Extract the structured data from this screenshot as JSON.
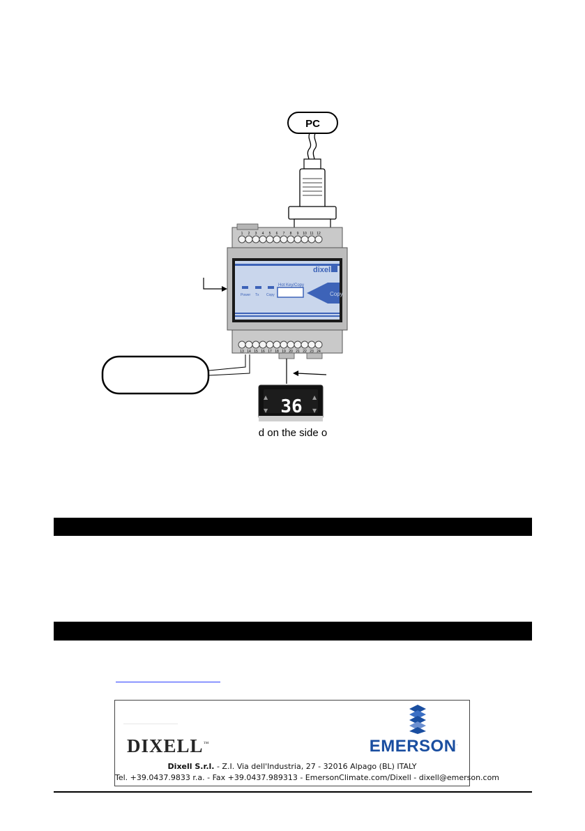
{
  "diagram": {
    "pc_label": "PC",
    "module_brand": "dixell",
    "hotkey_label": "Hot Key/Copy",
    "copy_label": "Copy",
    "led_labels": [
      "Power",
      "Tx",
      "Copy"
    ],
    "top_terminals": [
      "1",
      "2",
      "3",
      "4",
      "5",
      "6",
      "7",
      "8",
      "9",
      "10",
      "11",
      "12"
    ],
    "bottom_terminals": [
      "13",
      "14",
      "15",
      "16",
      "17",
      "18",
      "19",
      "20",
      "21",
      "22",
      "23",
      "24"
    ],
    "controller_display": "36",
    "caption": "d on the side o"
  },
  "footer": {
    "dixell_logo": "DIXELL",
    "emerson_logo": "EMERSON",
    "tm": "™",
    "company_name": "Dixell S.r.l.",
    "address": " - Z.I. Via dell'Industria, 27 - 32016 Alpago (BL) ITALY",
    "contacts": "Tel. +39.0437.9833 r.a. - Fax +39.0437.989313 - EmersonClimate.com/Dixell - dixell@emerson.com"
  },
  "colors": {
    "module_body": "#cfcfcf",
    "panel": "#c9d6ec",
    "panel_blue": "#3d63b8",
    "emerson_blue": "#1a4ea0",
    "section_bar": "#000000"
  }
}
